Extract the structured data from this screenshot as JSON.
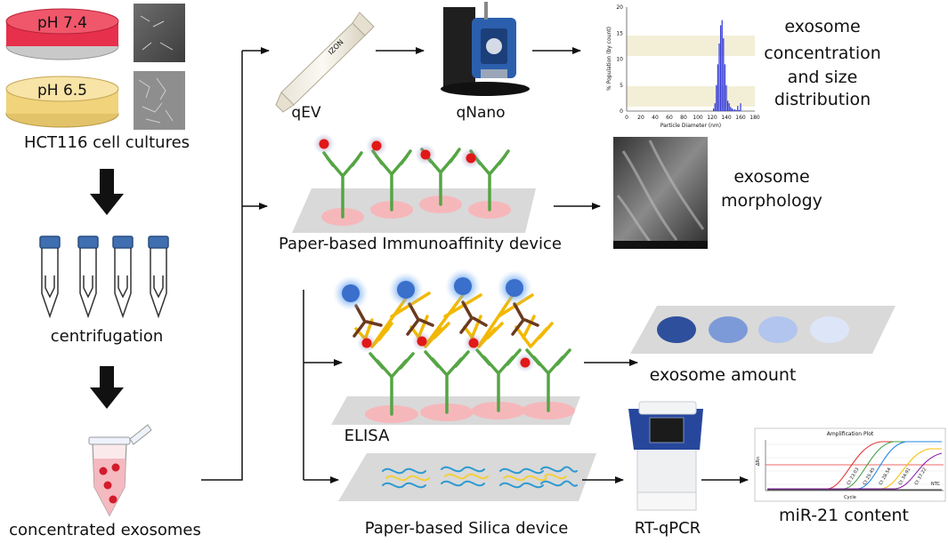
{
  "cultures": {
    "dish_ph_74": "pH 7.4",
    "dish_ph_65": "pH 6.5",
    "caption": "HCT116 cell cultures",
    "colors": {
      "red_medium": "#e7304b",
      "yellow_medium": "#f0d37b"
    }
  },
  "steps": {
    "centrifugation": "centrifugation",
    "concentrated": "concentrated exosomes"
  },
  "branch_size": {
    "qev_label": "qEV",
    "qnano_label": "qNano",
    "result_label_lines": [
      "exosome",
      "concentration",
      "and size",
      "distribution"
    ]
  },
  "histogram": {
    "ylabel": "% Population (by count)",
    "xlabel": "Particle Diameter (nm)",
    "x_ticks": [
      "0",
      "20",
      "40",
      "60",
      "80",
      "100",
      "120",
      "140",
      "160",
      "180"
    ],
    "y_ticks": [
      "0",
      "5",
      "10",
      "15",
      "20"
    ],
    "bar_color": "#3a3fd8",
    "chart_data": {
      "type": "bar",
      "x": [
        122,
        124,
        126,
        128,
        130,
        132,
        134,
        136,
        138,
        140,
        142,
        144,
        146,
        148,
        150,
        152,
        154,
        156,
        158,
        160
      ],
      "values": [
        0.5,
        1.5,
        5,
        9,
        13,
        16.5,
        17.5,
        14,
        9,
        5,
        2,
        1.5,
        0.8,
        0.5,
        0.3,
        0.3,
        0.2,
        1,
        0.2,
        1.5
      ],
      "xlim": [
        0,
        180
      ],
      "ylim": [
        0,
        20
      ],
      "xlabel": "Particle Diameter (nm)",
      "ylabel": "% Population (by count)"
    }
  },
  "branch_morph": {
    "device_label": "Paper-based Immunoaffinity device",
    "result_label_lines": [
      "exosome",
      "morphology"
    ]
  },
  "branch_elisa": {
    "device_label": "ELISA",
    "result_label": "exosome amount",
    "dot_colors": [
      "#2e4f9c",
      "#7d9ad8",
      "#b2c5ee",
      "#dde6f8"
    ]
  },
  "branch_silica": {
    "device_label": "Paper-based Silica device",
    "instrument_label": "RT-qPCR",
    "result_label": "miR-21  content",
    "plot_title": "Amplification Plot",
    "plot_ylabel": "ΔRn",
    "plot_xlabel": "Cycle",
    "curve_labels": [
      "Ct 23.03",
      "Ct 25.45",
      "Ct 28.54",
      "Ct 34.91",
      "Ct 37.22",
      "NTC"
    ]
  }
}
